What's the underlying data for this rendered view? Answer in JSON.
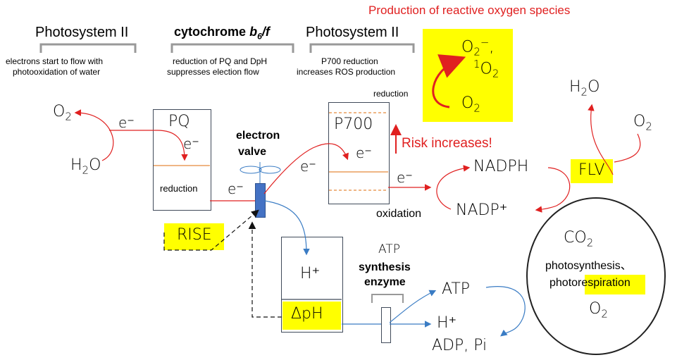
{
  "colors": {
    "red": "#e02020",
    "blue": "#3a7cc4",
    "yellow": "#ffff00",
    "orange": "#e58a3c"
  },
  "labels": {
    "ros_title": "Production of reactive oxygen species",
    "ps2_left": "Photosystem II",
    "ps2_left_note_1": "electrons start to flow with",
    "ps2_left_note_2": "photooxidation of water",
    "cyt_title": "cytochrome",
    "cyt_b": "b",
    "cyt_6": "6",
    "cyt_f": "/f",
    "cyt_note_1": "reduction of PQ and DpH",
    "cyt_note_2": "suppresses election flow",
    "ps2_right": "Photosystem II",
    "ps2_right_note_1": "P700 reduction",
    "ps2_right_note_2": "increases ROS production",
    "reduction_top": "reduction",
    "ros_o2_minus_o": "O",
    "ros_o2_minus_sub": "2",
    "ros_o2_minus_sup": "−",
    "ros_o2_minus_comma": ",",
    "ros_1o2_sup": "1",
    "ros_1o2_o": "O",
    "ros_1o2_sub": "2",
    "ros_o2_o": "O",
    "ros_o2_sub": "2",
    "o2_left_o": "O",
    "o2_left_sub": "2",
    "h2o_left_h": "H",
    "h2o_left_sub": "2",
    "h2o_left_o": "O",
    "e_ps2": "e⁻",
    "pq_title": "PQ",
    "e_pq": "e⁻",
    "pq_reduction": "reduction",
    "valve_1": "electron",
    "valve_2": "valve",
    "e_valve": "e⁻",
    "e_valve2": "e⁻",
    "p700_title": "P700",
    "e_p700": "e⁻",
    "risk": "Risk increases!",
    "e_out": "e⁻",
    "oxidation": "oxidation",
    "nadph": "NADPH",
    "nadp": "NADP⁺",
    "flv": "FLV",
    "h2o_right_h": "H",
    "h2o_right_sub": "2",
    "h2o_right_o": "O",
    "o2_right_o": "O",
    "o2_right_sub": "2",
    "rise": "RISE",
    "h_plus": "H⁺",
    "dph": "ΔpH",
    "atp_title_1": "ATP",
    "atp_title_2": "synthesis",
    "atp_title_3": "enzyme",
    "atp": "ATP",
    "h_plus_2": "H⁺",
    "adp": "ADP, Pi",
    "co2_c": "CO",
    "co2_sub": "2",
    "photosynthesis": "photosynthesis、",
    "photo": "photo",
    "respiration": "respiration",
    "o2_circle_o": "O",
    "o2_circle_sub": "2"
  }
}
